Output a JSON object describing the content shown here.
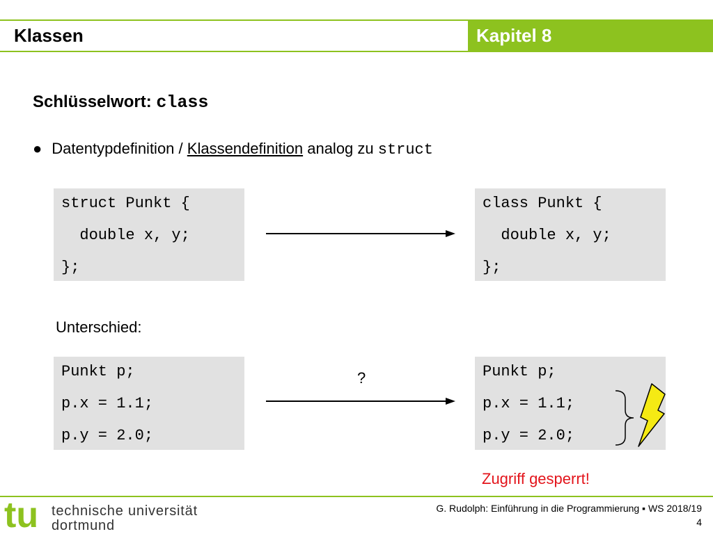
{
  "header": {
    "title": "Klassen",
    "chapter": "Kapitel 8",
    "accent_color": "#8dc21f"
  },
  "heading": {
    "text": "Schlüsselwort: ",
    "code": "class"
  },
  "bullet": {
    "symbol": "●",
    "text_before": "Datentypdefinition / ",
    "underlined": "Klassendefinition",
    "text_after": " analog zu ",
    "code": "struct"
  },
  "code_blocks": {
    "struct_def": [
      "struct Punkt {",
      "  double x, y;",
      "};"
    ],
    "class_def": [
      "class Punkt {",
      "  double x, y;",
      "};"
    ],
    "usage_left": [
      "Punkt p;",
      "p.x = 1.1;",
      "p.y = 2.0;"
    ],
    "usage_right": [
      "Punkt p;",
      "p.x = 1.1;",
      "p.y = 2.0;"
    ]
  },
  "difference_label": "Unterschied:",
  "question_mark": "?",
  "access_denied": "Zugriff gesperrt!",
  "footer": {
    "logo_text": "tu",
    "university_line1": "technische universität",
    "university_line2": "dortmund",
    "course": "G. Rudolph: Einführung in die Programmierung ▪ WS 2018/19",
    "page_number": "4"
  },
  "colors": {
    "accent": "#8dc21f",
    "warning_red": "#e3141b",
    "lightning_yellow": "#f5ea14",
    "code_bg": "#e1e1e1"
  }
}
